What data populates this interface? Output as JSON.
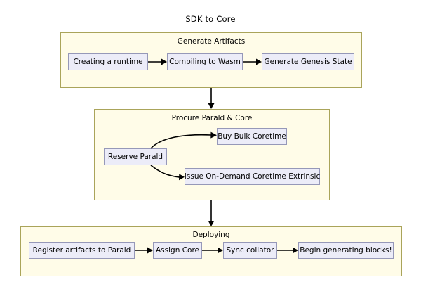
{
  "diagram": {
    "title": "SDK to Core",
    "type": "flowchart",
    "direction": "top-to-bottom",
    "colors": {
      "cluster_fill": "#fffce8",
      "cluster_stroke": "#aaa45a",
      "node_fill": "#ececf8",
      "node_stroke": "#9698b8",
      "edge_stroke": "#000000",
      "background": "#ffffff",
      "text": "#000000"
    },
    "clusters": [
      {
        "id": "generate-artifacts",
        "label": "Generate Artifacts",
        "nodes": [
          {
            "id": "creating-a-runtime",
            "label": "Creating a runtime"
          },
          {
            "id": "compiling-to-wasm",
            "label": "Compiling to Wasm"
          },
          {
            "id": "generate-genesis-state",
            "label": "Generate Genesis State"
          }
        ],
        "edges": [
          {
            "from": "creating-a-runtime",
            "to": "compiling-to-wasm",
            "style": "straight"
          },
          {
            "from": "compiling-to-wasm",
            "to": "generate-genesis-state",
            "style": "straight"
          }
        ]
      },
      {
        "id": "procure-parald-and-core",
        "label": "Procure Parald & Core",
        "nodes": [
          {
            "id": "reserve-parald",
            "label": "Reserve Parald"
          },
          {
            "id": "buy-bulk-coretime",
            "label": "Buy Bulk Coretime"
          },
          {
            "id": "issue-on-demand-coretime-extrinsic",
            "label": "Issue On-Demand Coretime Extrinsic"
          }
        ],
        "edges": [
          {
            "from": "reserve-parald",
            "to": "buy-bulk-coretime",
            "style": "curved"
          },
          {
            "from": "reserve-parald",
            "to": "issue-on-demand-coretime-extrinsic",
            "style": "curved"
          }
        ]
      },
      {
        "id": "deploying",
        "label": "Deploying",
        "nodes": [
          {
            "id": "register-artifacts-to-parald",
            "label": "Register artifacts to Parald"
          },
          {
            "id": "assign-core",
            "label": "Assign Core"
          },
          {
            "id": "sync-collator",
            "label": "Sync collator"
          },
          {
            "id": "begin-generating-blocks",
            "label": "Begin generating blocks!"
          }
        ],
        "edges": [
          {
            "from": "register-artifacts-to-parald",
            "to": "assign-core",
            "style": "straight"
          },
          {
            "from": "assign-core",
            "to": "sync-collator",
            "style": "straight"
          },
          {
            "from": "sync-collator",
            "to": "begin-generating-blocks",
            "style": "straight"
          }
        ]
      }
    ],
    "cluster_edges": [
      {
        "from": "generate-artifacts",
        "to": "procure-parald-and-core",
        "style": "straight-vertical"
      },
      {
        "from": "procure-parald-and-core",
        "to": "deploying",
        "style": "straight-vertical"
      }
    ]
  }
}
